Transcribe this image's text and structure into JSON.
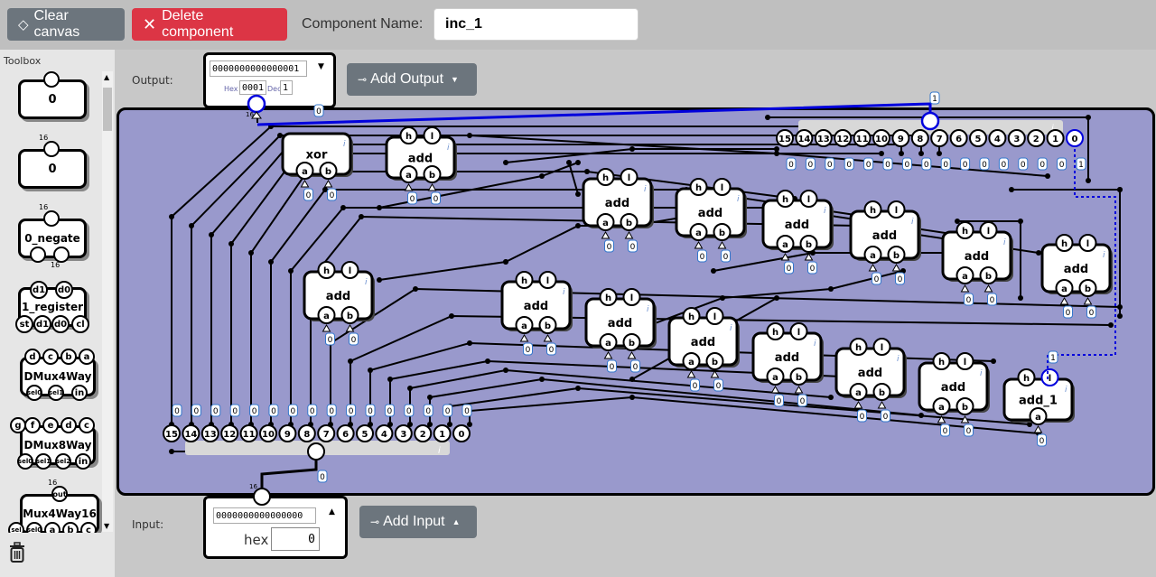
{
  "toolbar": {
    "clear_label": "Clear canvas",
    "delete_label": "Delete component",
    "name_label": "Component Name:",
    "name_value": "inc_1"
  },
  "toolbox": {
    "title": "Toolbox",
    "items": [
      {
        "label": "0"
      },
      {
        "label": "0",
        "top_label": "16"
      },
      {
        "label": "0_negate",
        "top_label": "16",
        "bottom_label": "16"
      },
      {
        "label": "1_register",
        "pins_top": [
          "d1",
          "d0"
        ],
        "pins_bottom": [
          "st",
          "d1",
          "d0",
          "cl"
        ]
      },
      {
        "label": "DMux4Way",
        "pins_top": [
          "d",
          "c",
          "b",
          "a"
        ],
        "pins_bottom": [
          "sel0",
          "sel1",
          "in"
        ]
      },
      {
        "label": "DMux8Way",
        "pins_top": [
          "g",
          "f",
          "e",
          "d",
          "c"
        ],
        "pins_bottom": [
          "sel0",
          "sel1",
          "sel2",
          "in"
        ]
      },
      {
        "label": "Mux4Way16",
        "top_label": "16",
        "pins_top": [
          "out"
        ],
        "pins_bottom": [
          "sel",
          "sel0",
          "a",
          "b",
          "c"
        ]
      }
    ]
  },
  "output": {
    "label": "Output:",
    "binary": "0000000000000001",
    "hex_label": "Hex",
    "hex": "0001",
    "dec_label": "Dec",
    "dec": "1",
    "add_label": "Add Output",
    "width_label": "16"
  },
  "input": {
    "label": "Input:",
    "binary": "0000000000000000",
    "hex_label": "hex",
    "hex": "0",
    "add_label": "Add Input",
    "width_label": "16"
  },
  "canvas": {
    "xor_label": "xor",
    "add_label": "add",
    "add1_label": "add_1",
    "pin_h": "h",
    "pin_l": "l",
    "pin_a": "a",
    "pin_b": "b",
    "bus_bits": [
      "15",
      "14",
      "13",
      "12",
      "11",
      "10",
      "9",
      "8",
      "7",
      "6",
      "5",
      "4",
      "3",
      "2",
      "1",
      "0"
    ],
    "out_bus_values": [
      "0",
      "0",
      "0",
      "0",
      "0",
      "0",
      "0",
      "0",
      "0",
      "0",
      "0",
      "0",
      "0",
      "0",
      "0",
      "1"
    ],
    "in_bus_values": [
      "0",
      "0",
      "0",
      "0",
      "0",
      "0",
      "0",
      "0",
      "0",
      "0",
      "0",
      "0",
      "0",
      "0",
      "0",
      "0"
    ],
    "top_wire_value": "1",
    "info": "i"
  },
  "colors": {
    "canvas_bg": "#9999cc",
    "active_wire": "#0000dd",
    "delete_btn": "#dc3545",
    "gray_btn": "#6c757d"
  }
}
